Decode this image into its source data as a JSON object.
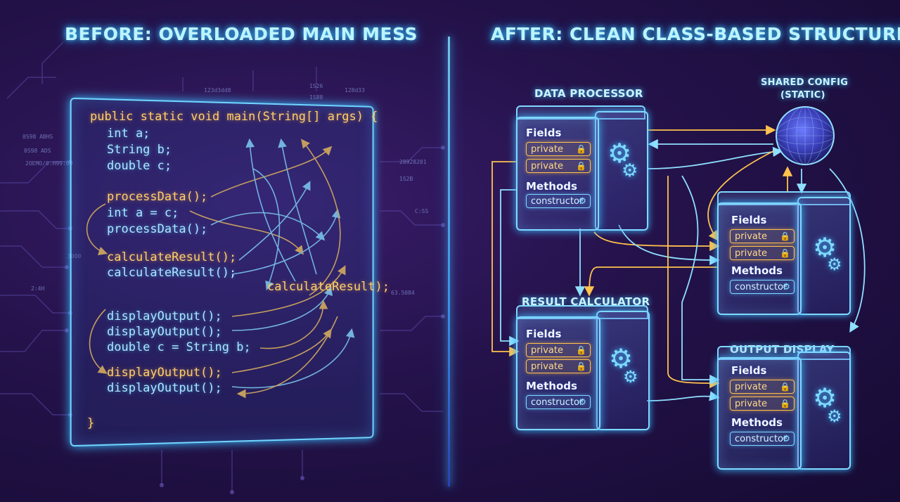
{
  "headings": {
    "before": "BEFORE: OVERLOADED MAIN MESS",
    "after": "AFTER: CLEAN CLASS-BASED STRUCTURE"
  },
  "code_lines": [
    "public static void main(String[] args) {",
    "int a;",
    "String b;",
    "double c;",
    "processData();",
    "int a = c;",
    "processData();",
    "calculateResult();",
    "calculateResult();",
    "calculateResult);",
    "displayOutput();",
    "displayOutput();",
    "double c = String b;",
    "displayOutput();",
    "displayOutput();",
    "}"
  ],
  "deco_text": [
    "0S98 ABHS",
    "0S98 ADS",
    "2OEMO/0:H99:00",
    "123d3dd8",
    "1S26",
    "1S88",
    "128d33",
    "28928201",
    "1S2B",
    "C:SS",
    "3000",
    "2:4H",
    "63.5084"
  ],
  "classes": {
    "data_processor": {
      "name": "DATA PROCESSOR",
      "fields_label": "Fields",
      "field_1": "private",
      "field_2": "private",
      "methods_label": "Methods",
      "method_1": "constructor"
    },
    "shared_class": {
      "fields_label": "Fields",
      "field_1": "private",
      "field_2": "private",
      "methods_label": "Methods",
      "method_1": "constructor"
    },
    "result_calculator": {
      "name": "RESULT CALCULATOR",
      "fields_label": "Fields",
      "field_1": "private",
      "field_2": "private",
      "methods_label": "Methods",
      "method_1": "constructor"
    },
    "output_display": {
      "name": "OUTPUT DISPLAY",
      "fields_label": "Fields",
      "field_1": "private",
      "field_2": "private",
      "methods_label": "Methods",
      "method_1": "constructor"
    }
  },
  "shared_config": {
    "line1": "SHARED CONFIG",
    "line2": "(STATIC)"
  },
  "colors": {
    "accent_blue": "#7fd9ff",
    "accent_yellow": "#ffc24d",
    "bg_dark": "#1a0d3a",
    "bg_purple": "#3a1d6b"
  },
  "icons": {
    "lock": "lock-icon",
    "gear": "gear-icon"
  }
}
